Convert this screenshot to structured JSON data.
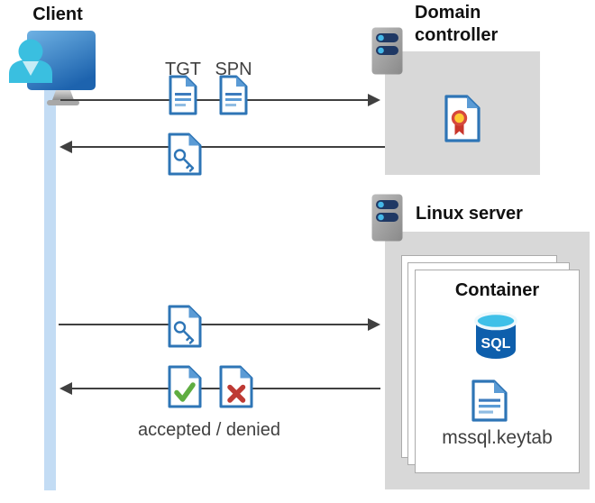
{
  "client": {
    "label": "Client"
  },
  "domain_controller": {
    "label": "Domain controller"
  },
  "linux_server": {
    "label": "Linux server"
  },
  "container": {
    "label": "Container",
    "sql_badge": "SQL",
    "keytab_label": "mssql.keytab"
  },
  "messages": {
    "tgt": "TGT",
    "spn": "SPN",
    "result": "accepted / denied"
  },
  "icons": {
    "client": "monitor-user-icon",
    "domain_controller": "server-icon",
    "linux_server": "server-icon",
    "tgt": "lined-document-icon",
    "spn": "lined-document-icon",
    "service_ticket": "key-document-icon",
    "certificate": "certificate-seal-document-icon",
    "sql": "sql-database-cylinder-icon",
    "keytab": "lined-document-icon",
    "accepted": "green-check-document-icon",
    "denied": "red-cross-document-icon"
  },
  "colors": {
    "doc_border": "#2E75B6",
    "doc_fold": "#5B9BD5",
    "box_gray": "#D8D8D8",
    "arrow": "#404040",
    "lifeline": "#C3DCF4",
    "check_green": "#5FAD41",
    "cross_red": "#BE3A34",
    "sql_blue": "#0E5FAC",
    "sql_cyan": "#3FC0E8",
    "server_bar_navy": "#1F3864",
    "server_dot_blue": "#45B8E8",
    "monitor_blue": "#1D63AE",
    "person_cyan": "#3ABFE0",
    "ribbon_yellow": "#FFC933",
    "ribbon_red": "#C9362B"
  }
}
